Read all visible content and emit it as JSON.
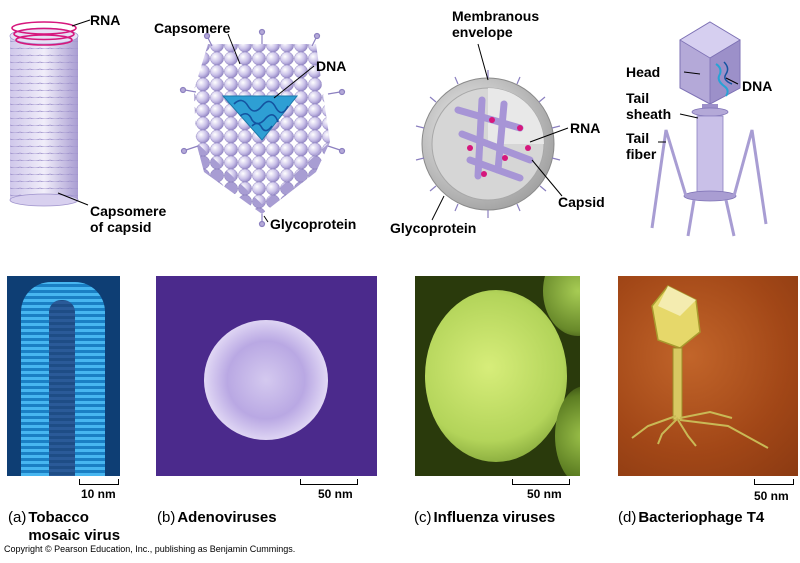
{
  "diagrams": {
    "tmv": {
      "rna_label": "RNA",
      "capsomere_label": "Capsomere\nof capsid"
    },
    "adeno": {
      "capsomere_label": "Capsomere",
      "dna_label": "DNA",
      "glycoprotein_label": "Glycoprotein"
    },
    "influenza": {
      "envelope_label": "Membranous\nenvelope",
      "rna_label": "RNA",
      "capsid_label": "Capsid",
      "glycoprotein_label": "Glycoprotein"
    },
    "phage": {
      "head_label": "Head",
      "dna_label": "DNA",
      "sheath_label": "Tail\nsheath",
      "fiber_label": "Tail\nfiber"
    }
  },
  "panels": [
    {
      "letter": "(a)",
      "name": "Tobacco\nmosaic virus",
      "scale": "10 nm"
    },
    {
      "letter": "(b)",
      "name": "Adenoviruses",
      "scale": "50 nm"
    },
    {
      "letter": "(c)",
      "name": "Influenza viruses",
      "scale": "50 nm"
    },
    {
      "letter": "(d)",
      "name": "Bacteriophage T4",
      "scale": "50 nm"
    }
  ],
  "copyright": "Copyright © Pearson Education, Inc., publishing as Benjamin Cummings.",
  "colors": {
    "capsid_purple": "#b4a9d8",
    "rna_magenta": "#d6177d",
    "dna_blue": "#27a3d6",
    "tmv_micrograph": "#1d7fc7",
    "adeno_micrograph": "#4b2a8c",
    "flu_micrograph": "#9ec94a",
    "phage_micrograph": "#a24717"
  }
}
